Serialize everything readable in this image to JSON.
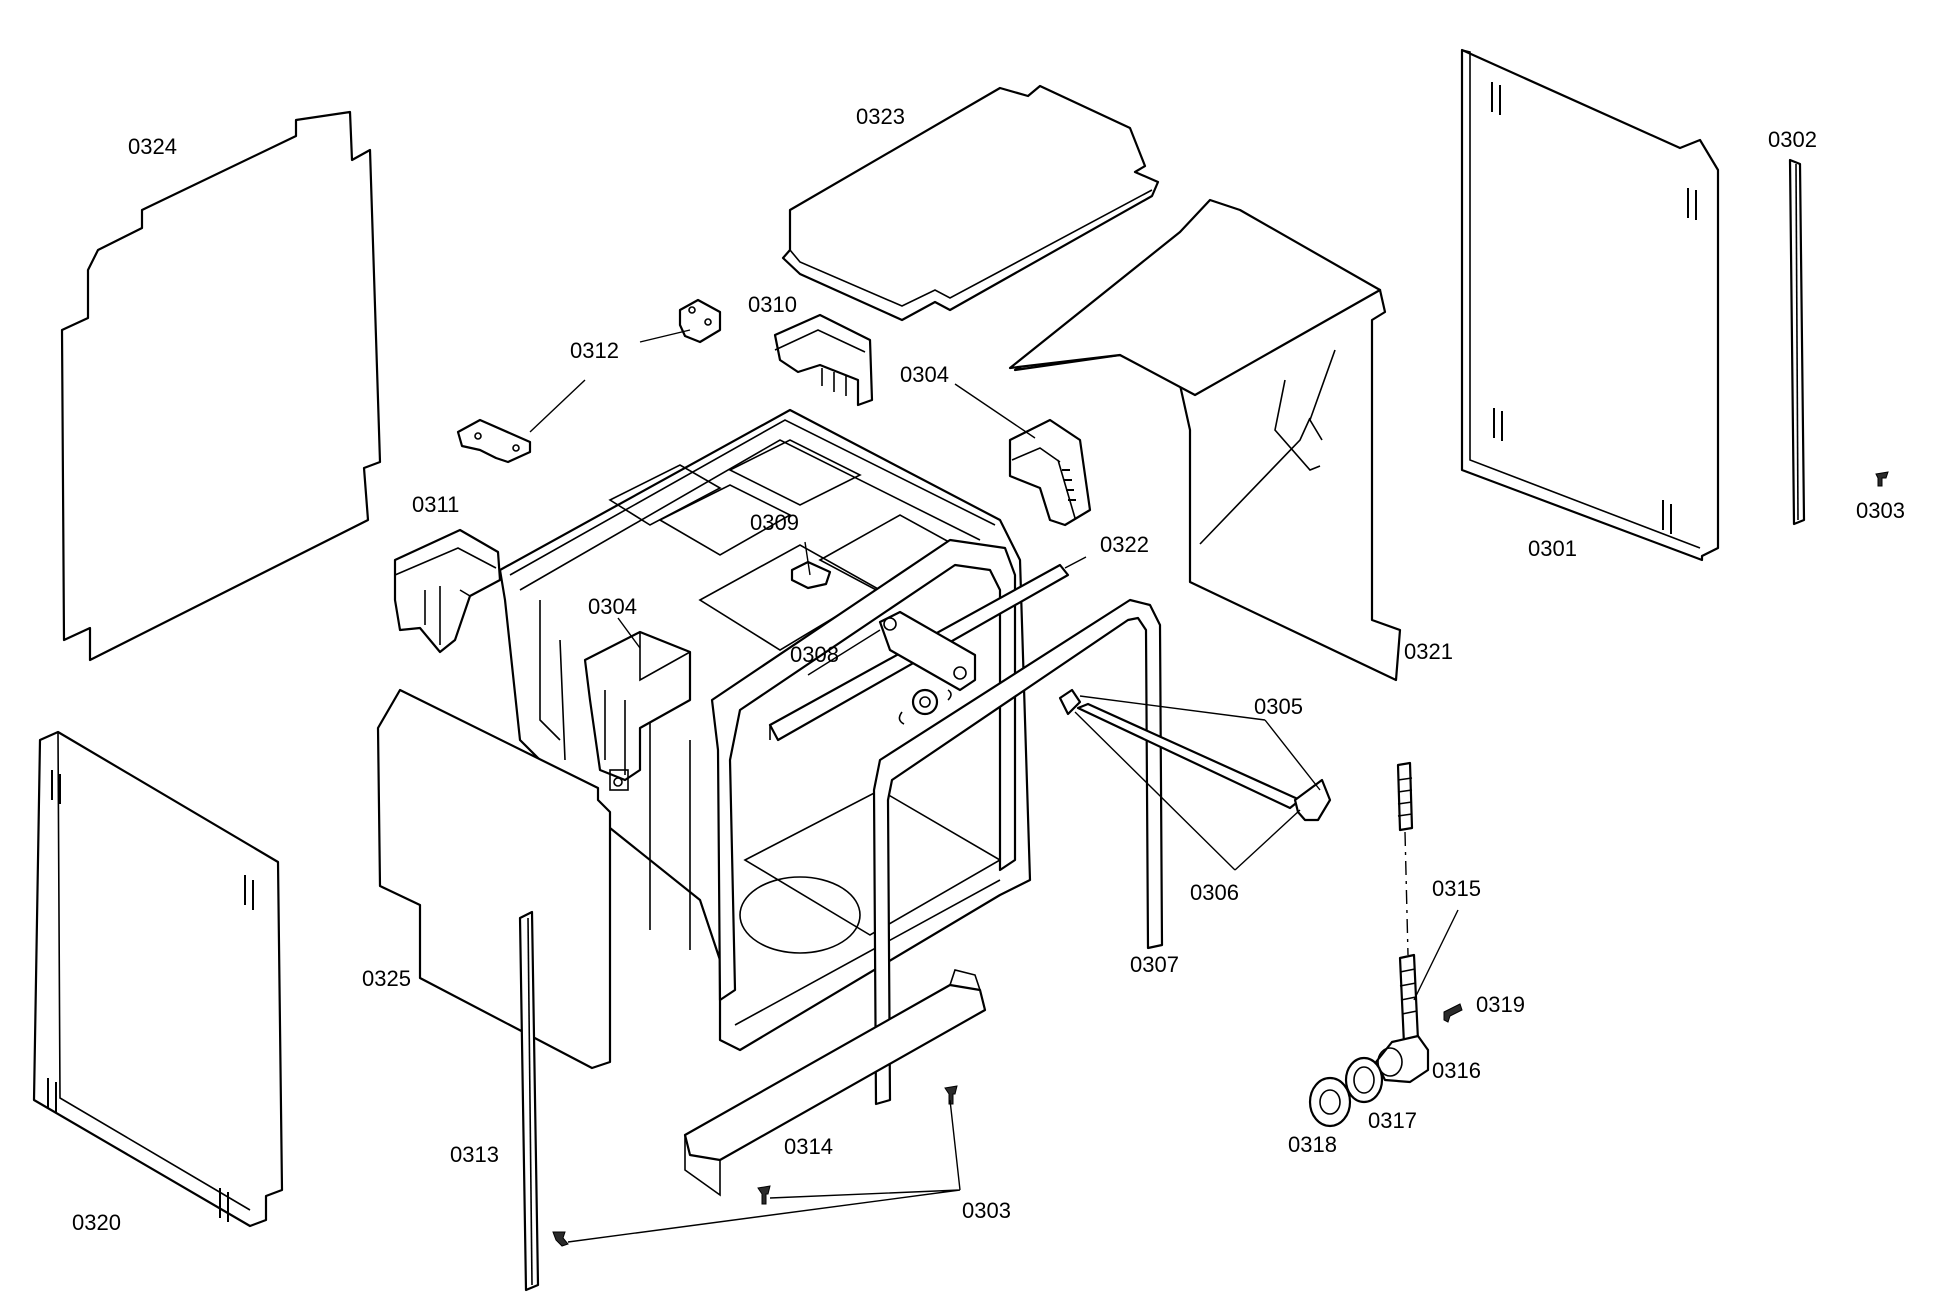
{
  "labels": {
    "p0301": "0301",
    "p0302": "0302",
    "p0303a": "0303",
    "p0303b": "0303",
    "p0304a": "0304",
    "p0304b": "0304",
    "p0305": "0305",
    "p0306": "0306",
    "p0307": "0307",
    "p0308": "0308",
    "p0309": "0309",
    "p0310": "0310",
    "p0311": "0311",
    "p0312": "0312",
    "p0313": "0313",
    "p0314": "0314",
    "p0315": "0315",
    "p0316": "0316",
    "p0317": "0317",
    "p0318": "0318",
    "p0319": "0319",
    "p0320": "0320",
    "p0321": "0321",
    "p0322": "0322",
    "p0323": "0323",
    "p0324": "0324",
    "p0325": "0325"
  },
  "colors": {
    "line": "#000000",
    "background": "#ffffff"
  }
}
